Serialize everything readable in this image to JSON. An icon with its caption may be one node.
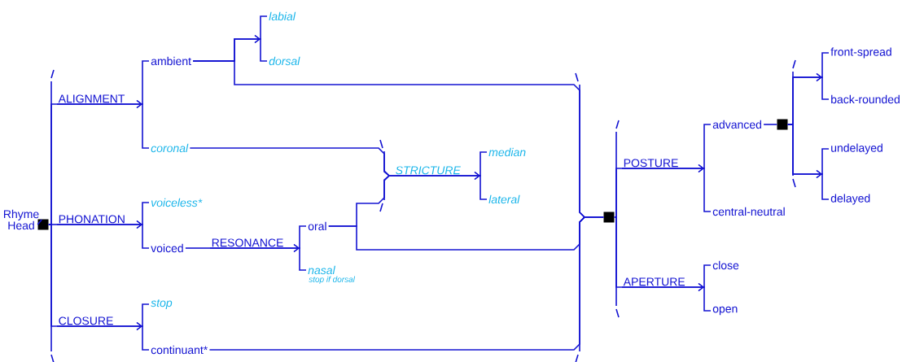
{
  "diagram": {
    "nodes": [
      {
        "text": [
          "Rhyme Head"
        ]
      },
      {
        "text": [],
        "shape": "box"
      },
      {
        "text": [
          "ALIGNMENT"
        ]
      },
      {
        "text": [
          "ambient"
        ]
      },
      {
        "text": [
          "labial"
        ]
      },
      {
        "text": [
          "dorsal"
        ]
      },
      {
        "text": [
          "coronal"
        ]
      },
      {
        "text": [
          "STRICTURE"
        ]
      },
      {
        "text": [
          "median"
        ]
      },
      {
        "text": [
          "lateral"
        ]
      },
      {
        "text": [
          "PHONATION"
        ]
      },
      {
        "text": [
          "voiceless*"
        ]
      },
      {
        "text": [
          "voiced"
        ]
      },
      {
        "text": [
          "RESONANCE"
        ]
      },
      {
        "text": [
          "oral"
        ]
      },
      {
        "text": [
          "nasal"
        ],
        "beside": [
          "stop if dorsal"
        ]
      },
      {
        "text": [
          "CLOSURE"
        ]
      },
      {
        "text": [
          "stop"
        ]
      },
      {
        "text": [
          "continuant*"
        ]
      },
      {
        "text": [],
        "shape": "box"
      },
      {
        "text": [
          "POSTURE"
        ]
      },
      {
        "text": [
          "advanced"
        ]
      },
      {
        "text": [],
        "shape": "box"
      },
      {
        "text": [
          "front-spread"
        ]
      },
      {
        "text": [
          "back-rounded"
        ]
      },
      {
        "text": [
          "undelayed"
        ]
      },
      {
        "text": [
          "delayed"
        ]
      },
      {
        "text": [
          "central-neutral"
        ]
      },
      {
        "text": [
          "APERTURE"
        ]
      },
      {
        "text": [
          "close"
        ]
      },
      {
        "text": [
          "open"
        ]
      }
    ],
    "edges": [
      {
        "from": 0,
        "to": 1,
        "arrow": "none"
      },
      {
        "from": 1,
        "to": 2,
        "arrow": "none"
      },
      {
        "from": 1,
        "to": 10,
        "arrow": "none"
      },
      {
        "from": 1,
        "to": 16,
        "arrow": "none"
      },
      {
        "from": 2,
        "to": 3,
        "arrow": "to"
      },
      {
        "from": 2,
        "to": 6,
        "arrow": "to"
      },
      {
        "from": 3,
        "to": 4,
        "arrow": "to"
      },
      {
        "from": 3,
        "to": 5,
        "arrow": "to"
      },
      {
        "from": 3,
        "to": 19,
        "arrow": "none"
      },
      {
        "from": 6,
        "to": 7,
        "arrow": "none"
      },
      {
        "from": 7,
        "to": 8,
        "arrow": "to"
      },
      {
        "from": 7,
        "to": 9,
        "arrow": "to"
      },
      {
        "from": 10,
        "to": 11,
        "arrow": "to"
      },
      {
        "from": 10,
        "to": 12,
        "arrow": "to"
      },
      {
        "from": 12,
        "to": 13,
        "arrow": "none"
      },
      {
        "from": 13,
        "to": 14,
        "arrow": "to"
      },
      {
        "from": 13,
        "to": 15,
        "arrow": "to"
      },
      {
        "from": 14,
        "to": 7,
        "arrow": "none"
      },
      {
        "from": 14,
        "to": 19,
        "arrow": "none"
      },
      {
        "from": 16,
        "to": 17,
        "arrow": "to"
      },
      {
        "from": 16,
        "to": 18,
        "arrow": "to"
      },
      {
        "from": 18,
        "to": 19,
        "arrow": "none"
      },
      {
        "from": 19,
        "to": 20,
        "arrow": "none"
      },
      {
        "from": 19,
        "to": 28,
        "arrow": "none"
      },
      {
        "from": 20,
        "to": 21,
        "arrow": "to"
      },
      {
        "from": 20,
        "to": 27,
        "arrow": "to"
      },
      {
        "from": 21,
        "to": 22,
        "arrow": "none"
      },
      {
        "from": 22,
        "to": 23,
        "arrow": "to"
      },
      {
        "from": 22,
        "to": 24,
        "arrow": "to"
      },
      {
        "from": 22,
        "to": 25,
        "arrow": "to"
      },
      {
        "from": 22,
        "to": 26,
        "arrow": "to"
      },
      {
        "from": 28,
        "to": 29,
        "arrow": "to"
      },
      {
        "from": 28,
        "to": 30,
        "arrow": "to"
      }
    ]
  }
}
